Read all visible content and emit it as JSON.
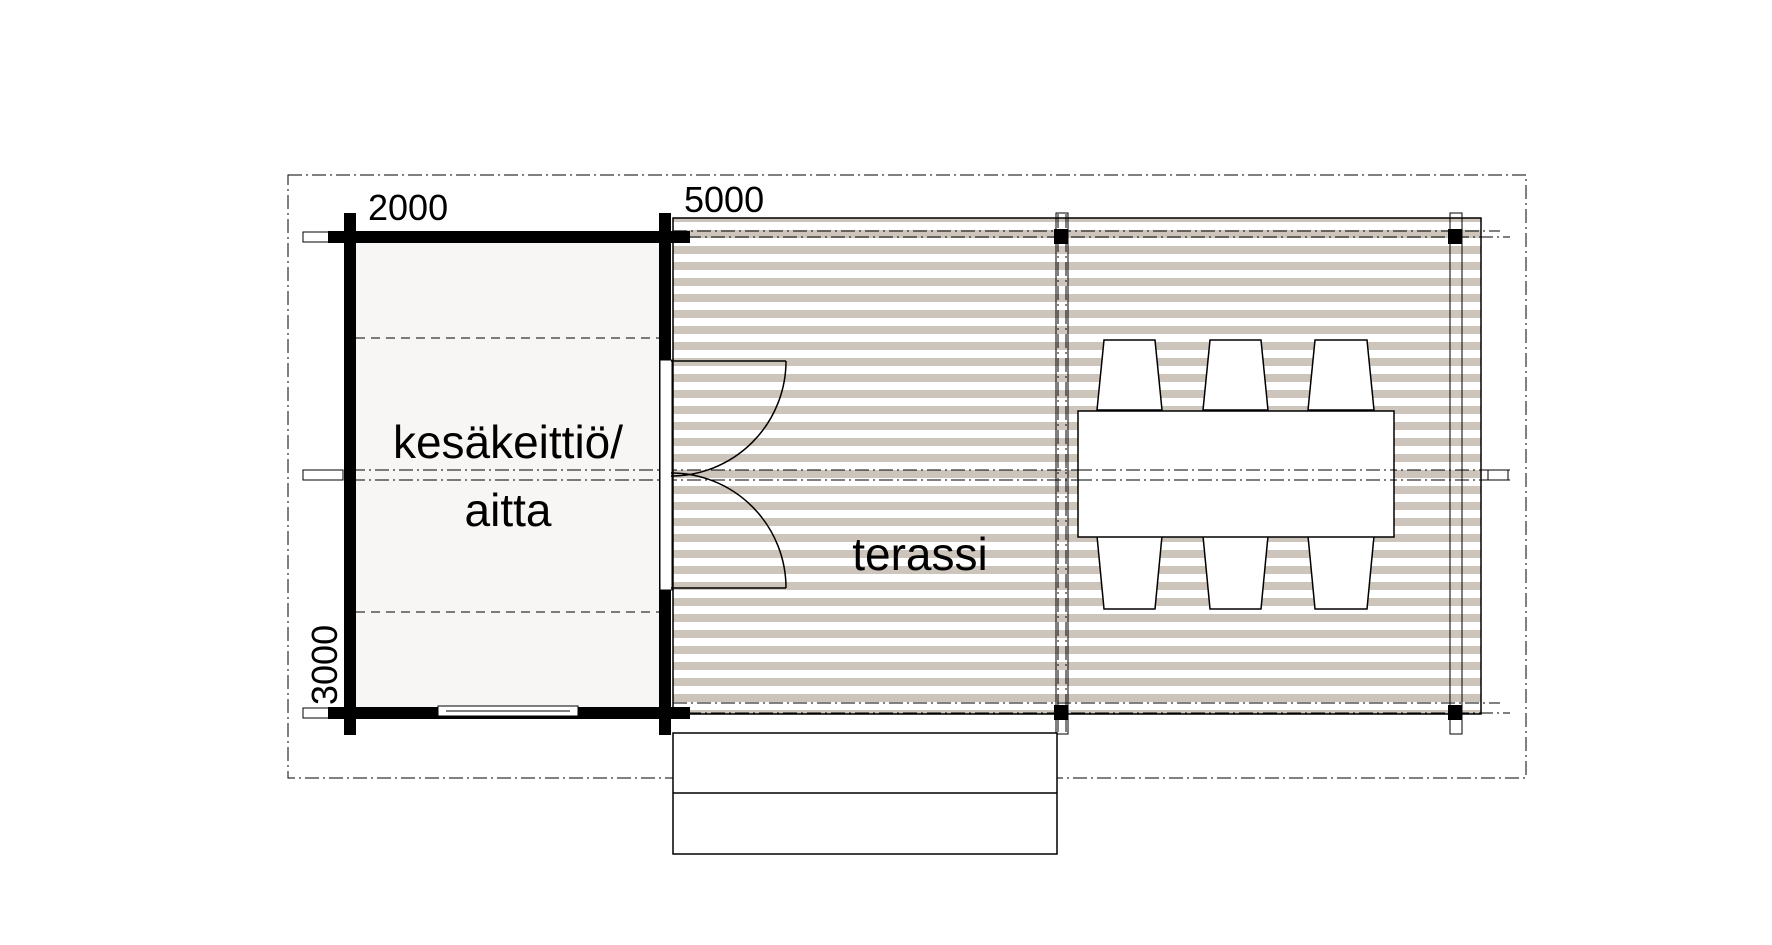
{
  "labels": {
    "dim_width_room": "2000",
    "dim_width_terrace": "5000",
    "dim_depth": "3000",
    "room_line1": "kesäkeittiö/",
    "room_line2": "aitta",
    "terrace": "terassi"
  },
  "colors": {
    "wall": "#000000",
    "room_floor": "#f7f6f4",
    "deck_stripe": "#cdc5bb",
    "background": "#ffffff"
  },
  "furniture": {
    "table_count": 1,
    "chair_count": 6
  }
}
